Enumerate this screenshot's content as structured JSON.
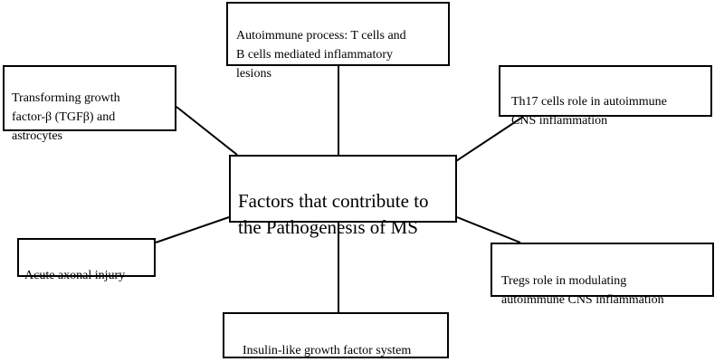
{
  "diagram": {
    "center": "Factors that contribute to\nthe Pathogenesis of MS",
    "factors": {
      "autoimmune": "Autoimmune process: T cells and\nB cells mediated inflammatory\nlesions",
      "tgf": "Transforming growth\nfactor-β (TGFβ) and\nastrocytes",
      "th17": "Th17 cells role in autoimmune\nCNS inflammation",
      "axonal": "Acute axonal injury",
      "tregs": "Tregs role in modulating\nautoimmune CNS inflammation",
      "insulin": "Insulin-like growth factor system"
    },
    "colors": {
      "line": "#000000",
      "box_border": "#000000",
      "background": "#ffffff"
    }
  }
}
